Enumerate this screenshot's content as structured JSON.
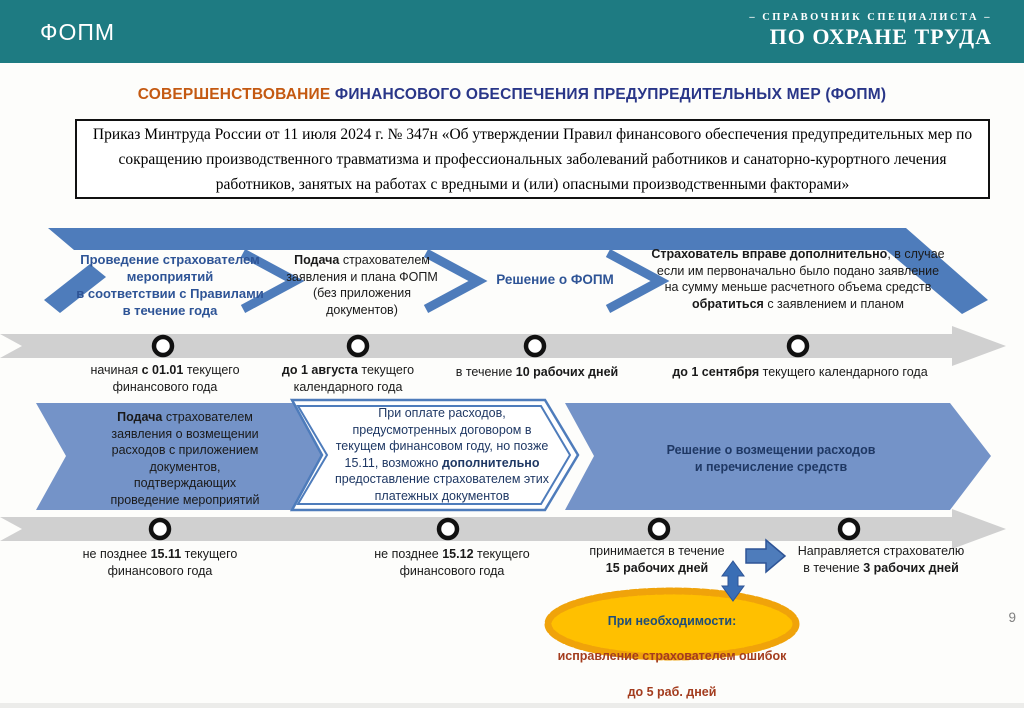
{
  "header": {
    "app_title": "ФОПМ",
    "brand_line1": "– СПРАВОЧНИК СПЕЦИАЛИСТА –",
    "brand_line2": "ПО ОХРАНЕ ТРУДА"
  },
  "title": {
    "accent": "СОВЕРШЕНСТВОВАНИЕ",
    "rest": " ФИНАНСОВОГО ОБЕСПЕЧЕНИЯ ПРЕДУПРЕДИТЕЛЬНЫХ МЕР (ФОПМ)"
  },
  "decree": {
    "text": "Приказ Минтруда России от 11 июля 2024 г. № 347н «Об утверждении Правил финансового обеспечения предупредительных мер по сокращению производственного травматизма и профессиональных заболеваний работников и санаторно-курортного лечения работников, занятых на работах с вредными и (или) опасными производственными факторами»"
  },
  "flow1": {
    "segments": [
      {
        "runs": [
          {
            "t": "Проведение  страхователем\nмероприятий\nв соответствии с Правилами\nв течение года",
            "b": 1
          }
        ]
      },
      {
        "runs": [
          {
            "t": "Подача ",
            "b": 1
          },
          {
            "t": "страхователем\nзаявления и плана ФОПМ\n(без приложения\nдокументов)"
          }
        ]
      },
      {
        "runs": [
          {
            "t": "Решение  о ФОПМ",
            "b": 1
          }
        ]
      },
      {
        "runs": [
          {
            "t": "Страхователь вправе дополнительно",
            "b": 1
          },
          {
            "t": ", в случае\nесли им первоначально было подано заявление\nна сумму меньше расчетного объема средств\n"
          },
          {
            "t": "обратиться",
            "b": 1
          },
          {
            "t": " с заявлением и планом"
          }
        ]
      }
    ],
    "milestones": [
      {
        "runs": [
          {
            "t": "начиная "
          },
          {
            "t": "с 01.01",
            "b": 1
          },
          {
            "t": " текущего\nфинансового  года"
          }
        ]
      },
      {
        "runs": [
          {
            "t": "до 1 августа",
            "b": 1
          },
          {
            "t": " текущего\nкалендарного года"
          }
        ]
      },
      {
        "runs": [
          {
            "t": "в течение "
          },
          {
            "t": "10 рабочих дней",
            "b": 1
          }
        ]
      },
      {
        "runs": [
          {
            "t": "до 1 сентября",
            "b": 1
          },
          {
            "t": " текущего календарного года"
          }
        ]
      }
    ]
  },
  "flow2": {
    "segments": [
      {
        "runs": [
          {
            "t": "Подача ",
            "b": 1
          },
          {
            "t": "страхователем\nзаявления о возмещении\nрасходов с приложением\nдокументов,\nподтверждающих\nпроведение мероприятий"
          }
        ]
      },
      {
        "runs": [
          {
            "t": "При оплате расходов,\nпредусмотренных договором в\nтекущем финансовом году, но позже\n15.11, возможно "
          },
          {
            "t": "дополнительно",
            "b": 1
          },
          {
            "t": "\nпредоставление страхователем этих\nплатежных документов"
          }
        ]
      },
      {
        "runs": [
          {
            "t": "Решение о возмещении расходов\nи перечисление средств",
            "b": 1
          }
        ]
      }
    ],
    "milestones": [
      {
        "runs": [
          {
            "t": "не позднее "
          },
          {
            "t": "15.11",
            "b": 1
          },
          {
            "t": " текущего\nфинансового года"
          }
        ]
      },
      {
        "runs": [
          {
            "t": "не позднее "
          },
          {
            "t": "15.12",
            "b": 1
          },
          {
            "t": " текущего\nфинансового года"
          }
        ]
      },
      {
        "runs": [
          {
            "t": "принимается в течение\n"
          },
          {
            "t": "15 рабочих дней",
            "b": 1
          }
        ]
      },
      {
        "runs": [
          {
            "t": "Направляется страхователю\nв течение "
          },
          {
            "t": "3 рабочих дней",
            "b": 1
          }
        ]
      }
    ],
    "note": {
      "line1": "При необходимости:",
      "line2": "исправление страхователем ошибок",
      "line3": "до 5 раб. дней"
    }
  },
  "page_number": "9",
  "colors": {
    "header_teal": "#1e7b82",
    "title_navy": "#293688",
    "title_accent": "#c45911",
    "arrow_blue": "#4e7cbb",
    "arrow_fill_light": "#7493c8",
    "segment_navy": "#2e5496",
    "deep_navy": "#1f3864",
    "timeline_gray": "#d0d0d0",
    "note_yellow": "#ffc000",
    "note_fringe": "#f0a30a",
    "note_red": "#a33c1e"
  }
}
